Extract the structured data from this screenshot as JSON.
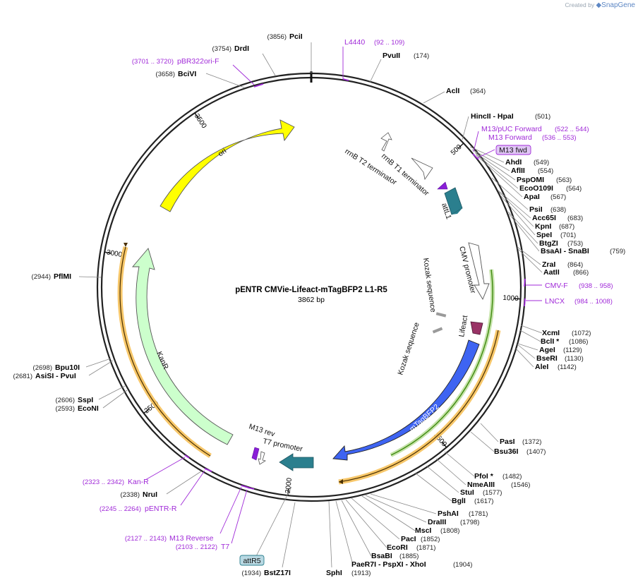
{
  "credit": {
    "prefix": "Created by",
    "brand": "SnapGene"
  },
  "plasmid": {
    "name": "pENTR CMVie-Lifeact-mTagBFP2 L1-R5",
    "length_label": "3862 bp",
    "length": 3862
  },
  "colors": {
    "backbone": "#222222",
    "ori": "#ffff00",
    "kanR": "#ccffcc",
    "bfp": "#3e64f2",
    "att": "#2b7f8e",
    "lifeact": "#993366",
    "primer": "#a02ad8",
    "orangeBand": "#f6c15a",
    "greenBand": "#77bb33"
  },
  "ticks": [
    {
      "pos": 500,
      "label": "500"
    },
    {
      "pos": 1000,
      "label": "1000"
    },
    {
      "pos": 1500,
      "label": "1500"
    },
    {
      "pos": 2000,
      "label": "2000"
    },
    {
      "pos": 2500,
      "label": "2500"
    },
    {
      "pos": 3000,
      "label": "3000"
    },
    {
      "pos": 3500,
      "label": "3500"
    }
  ],
  "sites": [
    {
      "name": "PciI",
      "pos": "(3856)",
      "bp": 3856
    },
    {
      "name": "DrdI",
      "pos": "(3754)",
      "bp": 3754
    },
    {
      "name": "BciVI",
      "pos": "(3658)",
      "bp": 3658
    },
    {
      "name": "PvuII",
      "pos": "(174)",
      "bp": 174
    },
    {
      "name": "AclI",
      "pos": "(364)",
      "bp": 364
    },
    {
      "name": "HincII  - HpaI",
      "pos": "(501)",
      "bp": 501
    },
    {
      "name": "AhdI",
      "pos": "(549)",
      "bp": 549
    },
    {
      "name": "AflII",
      "pos": "(554)",
      "bp": 554
    },
    {
      "name": "PspOMI",
      "pos": "(563)",
      "bp": 563
    },
    {
      "name": "EcoO109I",
      "pos": "(564)",
      "bp": 564
    },
    {
      "name": "ApaI",
      "pos": "(567)",
      "bp": 567
    },
    {
      "name": "PsiI",
      "pos": "(638)",
      "bp": 638
    },
    {
      "name": "Acc65I",
      "pos": "(683)",
      "bp": 683
    },
    {
      "name": "KpnI",
      "pos": "(687)",
      "bp": 687
    },
    {
      "name": "SpeI",
      "pos": "(701)",
      "bp": 701
    },
    {
      "name": "BtgZI",
      "pos": "(753)",
      "bp": 753
    },
    {
      "name": "BsaAI  - SnaBI",
      "pos": "(759)",
      "bp": 759
    },
    {
      "name": "ZraI",
      "pos": "(864)",
      "bp": 864
    },
    {
      "name": "AatII",
      "pos": "(866)",
      "bp": 866
    },
    {
      "name": "XcmI",
      "pos": "(1072)",
      "bp": 1072
    },
    {
      "name": "BclI *",
      "pos": "(1086)",
      "bp": 1086
    },
    {
      "name": "AgeI",
      "pos": "(1129)",
      "bp": 1129
    },
    {
      "name": "BseRI",
      "pos": "(1130)",
      "bp": 1130
    },
    {
      "name": "AleI",
      "pos": "(1142)",
      "bp": 1142
    },
    {
      "name": "PasI",
      "pos": "(1372)",
      "bp": 1372
    },
    {
      "name": "Bsu36I",
      "pos": "(1407)",
      "bp": 1407
    },
    {
      "name": "PfoI *",
      "pos": "(1482)",
      "bp": 1482
    },
    {
      "name": "NmeAIII",
      "pos": "(1546)",
      "bp": 1546
    },
    {
      "name": "StuI",
      "pos": "(1577)",
      "bp": 1577
    },
    {
      "name": "BglI",
      "pos": "(1617)",
      "bp": 1617
    },
    {
      "name": "PshAI",
      "pos": "(1781)",
      "bp": 1781
    },
    {
      "name": "DraIII",
      "pos": "(1798)",
      "bp": 1798
    },
    {
      "name": "MscI",
      "pos": "(1808)",
      "bp": 1808
    },
    {
      "name": "PacI",
      "pos": "(1852)",
      "bp": 1852
    },
    {
      "name": "EcoRI",
      "pos": "(1871)",
      "bp": 1871
    },
    {
      "name": "BsaBI",
      "pos": "(1885)",
      "bp": 1885
    },
    {
      "name": "PaeR7I  - PspXI  - XhoI",
      "pos": "(1904)",
      "bp": 1904
    },
    {
      "name": "SphI",
      "pos": "(1913)",
      "bp": 1913
    },
    {
      "name": "BstZ17I",
      "pos": "(1934)",
      "bp": 1934
    },
    {
      "name": "NruI",
      "pos": "(2338)",
      "bp": 2338
    },
    {
      "name": "EcoNI",
      "pos": "(2593)",
      "bp": 2593
    },
    {
      "name": "SspI",
      "pos": "(2606)",
      "bp": 2606
    },
    {
      "name": "AsiSI  - PvuI",
      "pos": "(2681)",
      "bp": 2681
    },
    {
      "name": "Bpu10I",
      "pos": "(2698)",
      "bp": 2698
    },
    {
      "name": "PflMI",
      "pos": "(2944)",
      "bp": 2944
    }
  ],
  "primers": [
    {
      "name": "L4440",
      "pos": "(92 .. 109)"
    },
    {
      "name": "pBR322ori-F",
      "pos": "(3701 .. 3720)"
    },
    {
      "name": "M13/pUC Forward",
      "pos": "(522 .. 544)"
    },
    {
      "name": "M13 Forward",
      "pos": "(536 .. 553)"
    },
    {
      "name": "CMV-F",
      "pos": "(938 .. 958)"
    },
    {
      "name": "LNCX",
      "pos": "(984 .. 1008)"
    },
    {
      "name": "Kan-R",
      "pos": "(2323 .. 2342)"
    },
    {
      "name": "pENTR-R",
      "pos": "(2245 .. 2264)"
    },
    {
      "name": "M13 Reverse",
      "pos": "(2127 .. 2143)"
    },
    {
      "name": "T7",
      "pos": "(2103 .. 2122)"
    }
  ],
  "boxed": {
    "m13fwd": "M13 fwd",
    "attR5": "attR5"
  },
  "features": {
    "ori": "ori",
    "kanR": "KanR",
    "bfp": "mTagBFP2",
    "attL1": "attL1",
    "lifeact": "Lifeact",
    "cmv": "CMV promoter",
    "kozak1": "Kozak sequence",
    "kozak2": "Kozak sequence",
    "rrnbT1": "rrnB T1 terminator",
    "rrnbT2": "rrnB T2 terminator",
    "m13rev": "M13 rev",
    "t7prom": "T7 promoter"
  }
}
